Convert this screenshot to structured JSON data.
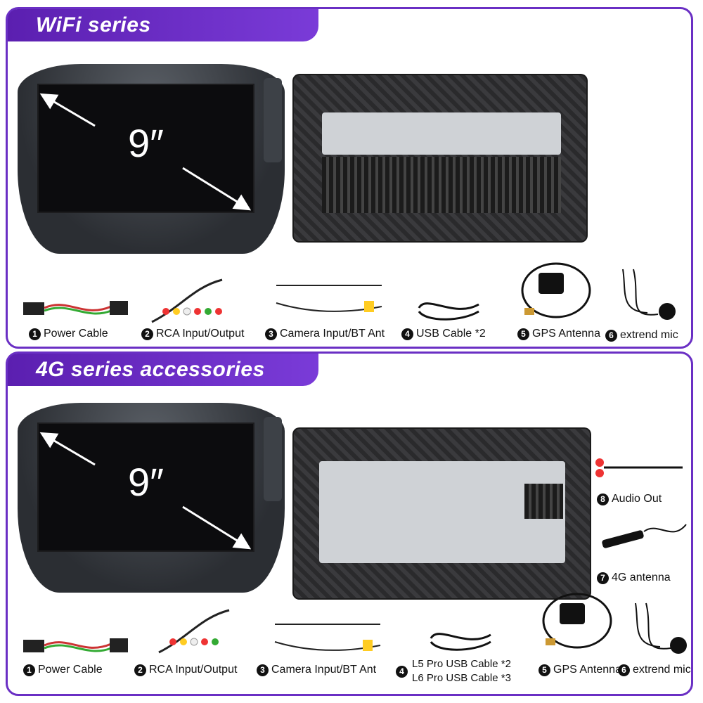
{
  "wifi": {
    "title": "WiFi series accessories",
    "screen_size": "9″",
    "accessories": [
      {
        "num": "1",
        "label": "Power Cable",
        "icon": "harness-icon"
      },
      {
        "num": "2",
        "label": "RCA Input/Output",
        "icon": "rca-cable-icon"
      },
      {
        "num": "3",
        "label": "Camera Input/BT Ant",
        "icon": "camera-cable-icon"
      },
      {
        "num": "4",
        "label": "USB Cable *2",
        "icon": "usb-cable-icon"
      },
      {
        "num": "5",
        "label": "GPS Antenna",
        "icon": "gps-antenna-icon"
      },
      {
        "num": "6",
        "label": "extrend mic",
        "icon": "mic-icon"
      }
    ]
  },
  "g4": {
    "title": "4G series accessories",
    "screen_size": "9″",
    "side_accessories": [
      {
        "num": "8",
        "label": "Audio Out",
        "icon": "audio-out-cable-icon"
      },
      {
        "num": "7",
        "label": "4G antenna",
        "icon": "4g-antenna-icon"
      }
    ],
    "accessories": [
      {
        "num": "1",
        "label": "Power Cable",
        "icon": "harness-icon"
      },
      {
        "num": "2",
        "label": "RCA Input/Output",
        "icon": "rca-cable-icon"
      },
      {
        "num": "3",
        "label": "Camera Input/BT Ant",
        "icon": "camera-cable-icon"
      },
      {
        "num": "4",
        "label_line1": "L5 Pro USB Cable *2",
        "label_line2": "L6 Pro USB Cable *3",
        "icon": "usb-cable-icon"
      },
      {
        "num": "5",
        "label": "GPS Antenna",
        "icon": "gps-antenna-icon"
      },
      {
        "num": "6",
        "label": "extrend mic",
        "icon": "mic-icon"
      }
    ]
  },
  "colors": {
    "banner": "#6a2fc4",
    "border": "#6a2fc4"
  }
}
